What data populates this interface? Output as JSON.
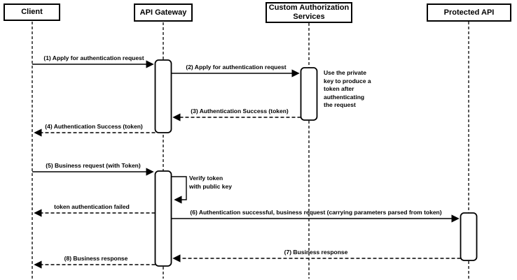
{
  "participants": [
    {
      "id": "client",
      "name": "Client"
    },
    {
      "id": "api-gateway",
      "name": "API Gateway"
    },
    {
      "id": "custom-authorization-services",
      "name": "Custom Authorization Services"
    },
    {
      "id": "protected-api",
      "name": "Protected API"
    }
  ],
  "messages": [
    {
      "label": "(1) Apply for authentication request",
      "from": "Client",
      "to": "API Gateway",
      "line": "solid"
    },
    {
      "label": "(2) Apply for authentication request",
      "from": "API Gateway",
      "to": "Custom Authorization Services",
      "line": "solid"
    },
    {
      "label": "(3) Authentication Success (token)",
      "from": "Custom Authorization Services",
      "to": "API Gateway",
      "line": "dashed"
    },
    {
      "label": "(4) Authentication Success (token)",
      "from": "API Gateway",
      "to": "Client",
      "line": "dashed"
    },
    {
      "label": "(5) Business request (with Token)",
      "from": "Client",
      "to": "API Gateway",
      "line": "solid"
    },
    {
      "label": "Verify token\nwith public key",
      "from": "API Gateway",
      "to": "API Gateway",
      "line": "solid",
      "self": true
    },
    {
      "label": "token authentication failed",
      "from": "API Gateway",
      "to": "Client",
      "line": "dashed"
    },
    {
      "label": "(6) Authentication successful, business request (carrying parameters parsed from token)",
      "from": "API Gateway",
      "to": "Protected API",
      "line": "solid"
    },
    {
      "label": "(7) Business response",
      "from": "Protected API",
      "to": "API Gateway",
      "line": "dashed"
    },
    {
      "label": "(8) Business response",
      "from": "API Gateway",
      "to": "Client",
      "line": "dashed"
    }
  ],
  "note": {
    "text": "Use the private\nkey to produce a\ntoken after\nauthenticating\nthe request",
    "attached_to": "Custom Authorization Services"
  },
  "colors": {
    "line": "#000000",
    "text": "#000000",
    "background": "#ffffff",
    "box_fill": "#ffffff"
  }
}
